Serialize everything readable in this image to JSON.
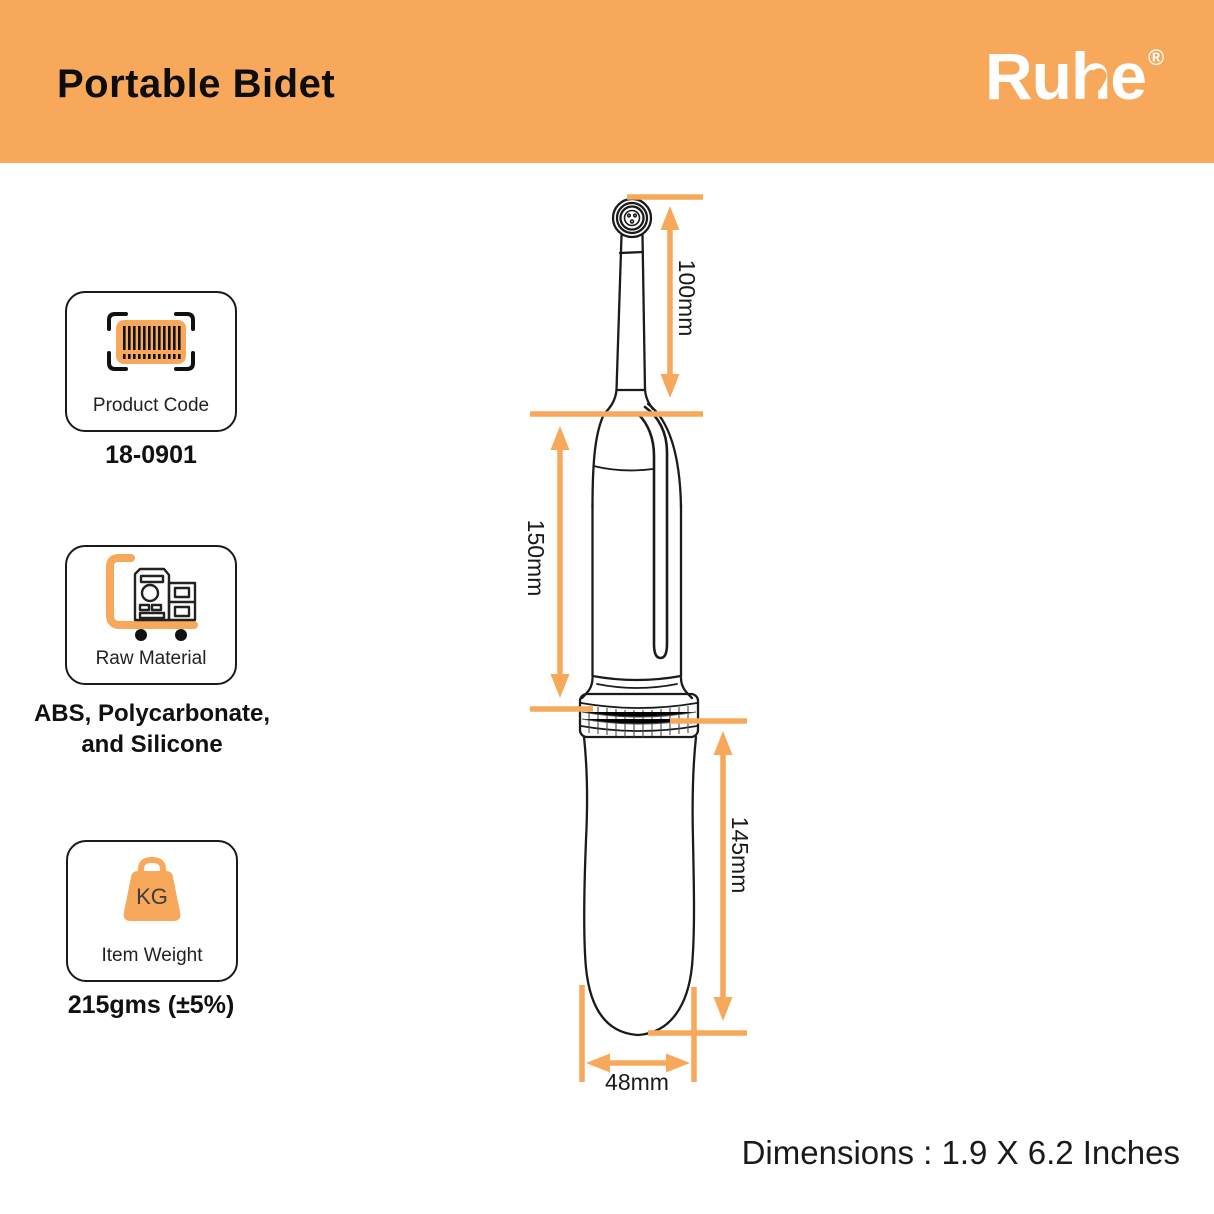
{
  "colors": {
    "accent_orange": "#F7A85A",
    "outline_ink": "#1A1A1A"
  },
  "header": {
    "title": "Portable Bidet",
    "brand": "Ruhe",
    "registered_mark": "®"
  },
  "cards": {
    "product_code": {
      "label": "Product Code",
      "value": "18-0901"
    },
    "raw_material": {
      "label": "Raw Material",
      "value_line1": "ABS, Polycarbonate,",
      "value_line2": "and Silicone"
    },
    "item_weight": {
      "label": "Item Weight",
      "badge": "KG",
      "value": "215gms (±5%)"
    }
  },
  "diagram": {
    "labels": {
      "nozzle_height": "100mm",
      "upper_body_height": "150mm",
      "bottle_height": "145mm",
      "bottle_width": "48mm"
    }
  },
  "footer": {
    "overall_dimensions": "Dimensions : 1.9 X 6.2 Inches"
  }
}
